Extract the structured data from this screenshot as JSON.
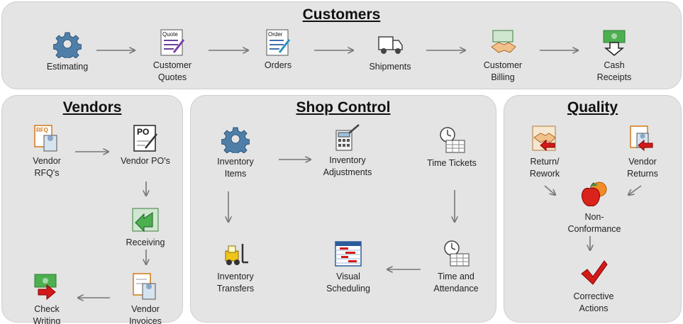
{
  "customers": {
    "title": "Customers",
    "nodes": {
      "estimating": {
        "label": "Estimating",
        "icon": "gear-icon"
      },
      "quotes": {
        "label_1": "Customer",
        "label_2": "Quotes",
        "icon": "quote-document-icon",
        "icon_text": "Quote"
      },
      "orders": {
        "label": "Orders",
        "icon": "order-document-icon",
        "icon_text": "Order"
      },
      "shipments": {
        "label": "Shipments",
        "icon": "delivery-truck-icon"
      },
      "billing": {
        "label_1": "Customer",
        "label_2": "Billing",
        "icon": "handshake-billing-icon"
      },
      "receipts": {
        "label_1": "Cash",
        "label_2": "Receipts",
        "icon": "cash-receipt-icon"
      }
    }
  },
  "vendors": {
    "title": "Vendors",
    "nodes": {
      "rfq": {
        "label_1": "Vendor",
        "label_2": "RFQ's",
        "icon": "rfq-clipboard-icon",
        "icon_text": "RFQ"
      },
      "po": {
        "label": "Vendor PO's",
        "icon": "po-document-icon",
        "icon_text": "PO"
      },
      "receiving": {
        "label": "Receiving",
        "icon": "receiving-arrow-icon"
      },
      "invoices": {
        "label_1": "Vendor",
        "label_2": "Invoices",
        "icon": "vendor-invoice-icon"
      },
      "check": {
        "label_1": "Check",
        "label_2": "Writing",
        "icon": "check-writing-icon"
      }
    }
  },
  "shop": {
    "title": "Shop Control",
    "nodes": {
      "items": {
        "label_1": "Inventory",
        "label_2": "Items",
        "icon": "gear-icon"
      },
      "adjustments": {
        "label_1": "Inventory",
        "label_2": "Adjustments",
        "icon": "calculator-icon"
      },
      "tickets": {
        "label": "Time Tickets",
        "icon": "clock-sheet-icon"
      },
      "transfers": {
        "label_1": "Inventory",
        "label_2": "Transfers",
        "icon": "forklift-icon"
      },
      "scheduling": {
        "label_1": "Visual",
        "label_2": "Scheduling",
        "icon": "schedule-grid-icon"
      },
      "attendance": {
        "label_1": "Time and",
        "label_2": "Attendance",
        "icon": "clock-sheet-icon"
      }
    }
  },
  "quality": {
    "title": "Quality",
    "nodes": {
      "rework": {
        "label_1": "Return/",
        "label_2": "Rework",
        "icon": "handshake-return-icon"
      },
      "returns": {
        "label_1": "Vendor",
        "label_2": "Returns",
        "icon": "vendor-return-icon"
      },
      "nonconformance": {
        "label_1": "Non-",
        "label_2": "Conformance",
        "icon": "apple-orange-icon"
      },
      "corrective": {
        "label_1": "Corrective",
        "label_2": "Actions",
        "icon": "checkmark-icon"
      }
    }
  },
  "colors": {
    "panel_bg": "#e4e4e4",
    "arrow": "#777777",
    "accent_red": "#d21a1a",
    "accent_green": "#2f8f2f",
    "gear_blue": "#4f7fa8"
  }
}
